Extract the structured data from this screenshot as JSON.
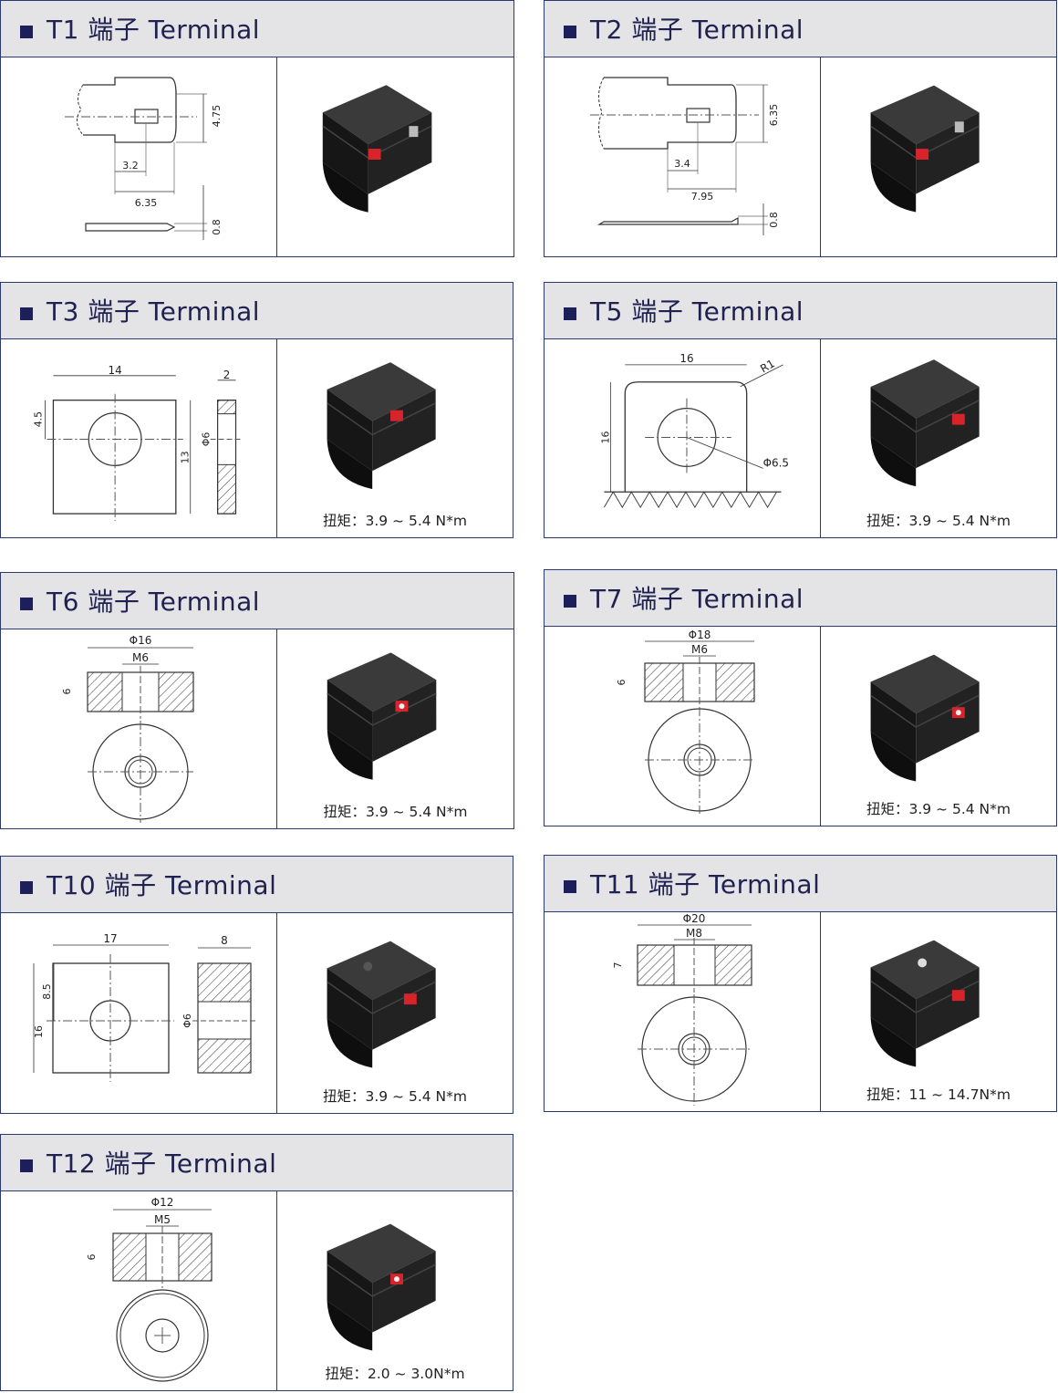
{
  "terminals": [
    {
      "title": "T1 端子 Terminal",
      "dims": [
        "4.75",
        "3.2",
        "6.35",
        "0.8"
      ],
      "torque": ""
    },
    {
      "title": "T2 端子 Terminal",
      "dims": [
        "6.35",
        "3.4",
        "7.95",
        "0.8"
      ],
      "torque": ""
    },
    {
      "title": "T3 端子 Terminal",
      "dims": [
        "14",
        "2",
        "4.5",
        "Φ6",
        "13"
      ],
      "torque": "扭矩：3.9 ~ 5.4 N*m"
    },
    {
      "title": "T5 端子 Terminal",
      "dims": [
        "16",
        "R1",
        "16",
        "Φ6.5"
      ],
      "torque": "扭矩：3.9 ~ 5.4 N*m"
    },
    {
      "title": "T6 端子 Terminal",
      "dims": [
        "Φ16",
        "M6",
        "6"
      ],
      "torque": "扭矩：3.9 ~ 5.4 N*m"
    },
    {
      "title": "T7 端子 Terminal",
      "dims": [
        "Φ18",
        "M6",
        "6"
      ],
      "torque": "扭矩：3.9 ~ 5.4 N*m"
    },
    {
      "title": "T10 端子 Terminal",
      "dims": [
        "17",
        "8",
        "8.5",
        "16",
        "Φ6"
      ],
      "torque": "扭矩：3.9 ~ 5.4 N*m"
    },
    {
      "title": "T11 端子 Terminal",
      "dims": [
        "Φ20",
        "M8",
        "7"
      ],
      "torque": "扭矩：11 ~ 14.7N*m"
    },
    {
      "title": "T12 端子 Terminal",
      "dims": [
        "Φ12",
        "M5",
        "6"
      ],
      "torque": "扭矩：2.0 ~ 3.0N*m"
    }
  ],
  "colors": {
    "border": "#2b3a6e",
    "header_bg": "#e4e4e6",
    "bullet": "#1c1f5a",
    "battery": "#1b1b1b",
    "terminal_red": "#d8232a"
  }
}
